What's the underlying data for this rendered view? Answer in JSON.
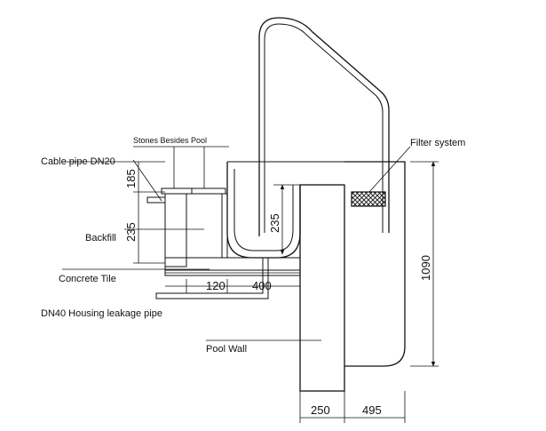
{
  "labels": {
    "stones_besides_pool": "Stones Besides Pool",
    "cable_pipe": "Cable pipe DN20",
    "backfill": "Backfill",
    "concrete_tile": "Concrete Tile",
    "housing_pipe": "DN40 Housing leakage pipe",
    "pool_wall": "Pool Wall",
    "filter_system": "Filter system"
  },
  "dimensions": {
    "d185": "185",
    "d235_left": "235",
    "d235_right": "235",
    "d120": "120",
    "d400": "400",
    "d1090": "1090",
    "d250": "250",
    "d495": "495"
  }
}
